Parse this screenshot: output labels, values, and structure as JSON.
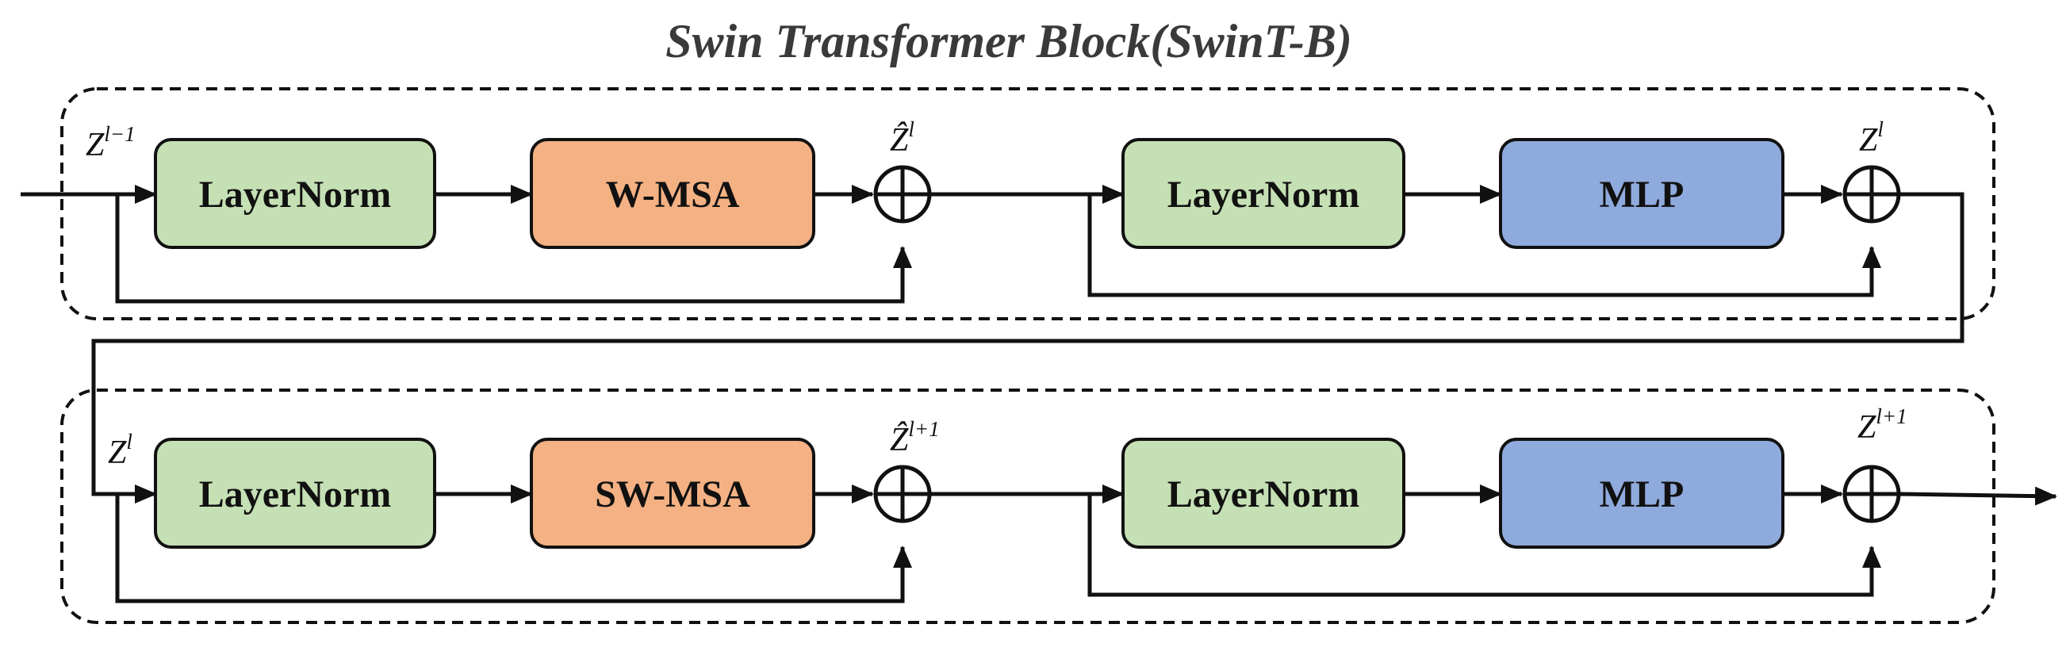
{
  "title": "Swin Transformer Block(SwinT-B)",
  "colors": {
    "layernorm": "#c5e0b4",
    "msa": "#f4b183",
    "mlp": "#8faadc",
    "stroke": "#111111"
  },
  "row1": {
    "input_var": "Z",
    "input_sup": "l−1",
    "ln1_label": "LayerNorm",
    "msa_label": "W-MSA",
    "mid_var": "Ẑ",
    "mid_sup": "l",
    "ln2_label": "LayerNorm",
    "mlp_label": "MLP",
    "out_var": "Z",
    "out_sup": "l"
  },
  "row2": {
    "input_var": "Z",
    "input_sup": "l",
    "ln1_label": "LayerNorm",
    "msa_label": "SW-MSA",
    "mid_var": "Ẑ",
    "mid_sup": "l+1",
    "ln2_label": "LayerNorm",
    "mlp_label": "MLP",
    "out_var": "Z",
    "out_sup": "l+1"
  }
}
